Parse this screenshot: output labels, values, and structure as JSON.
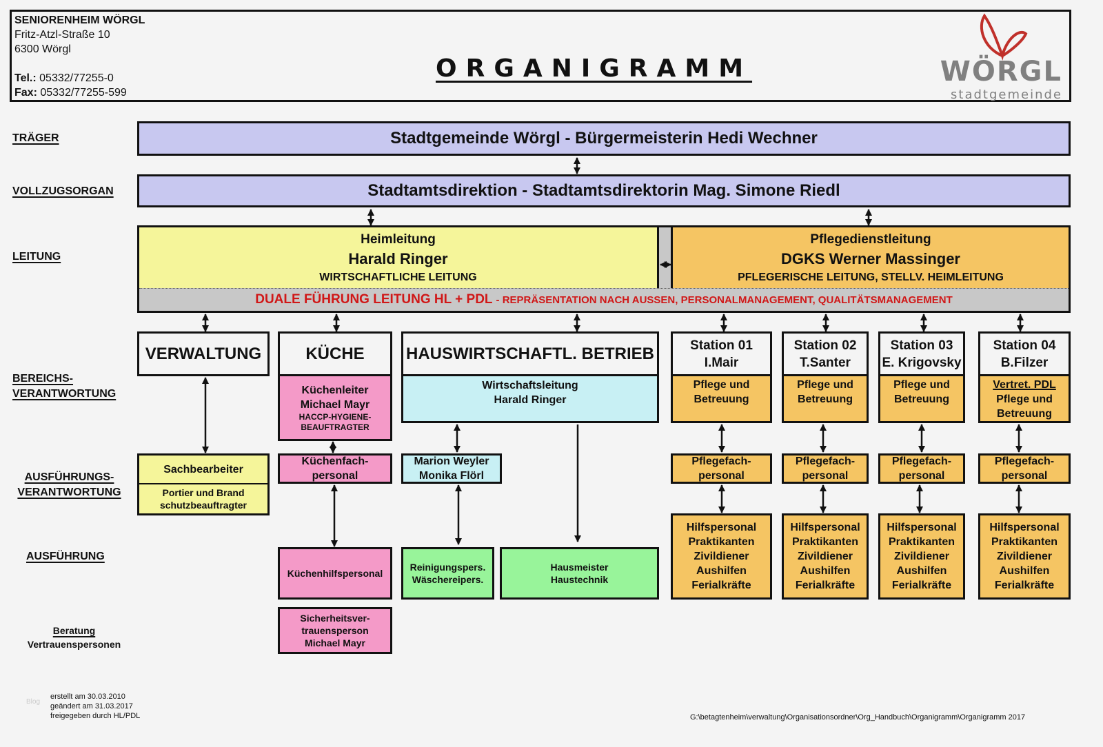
{
  "header": {
    "org_name": "SENIORENHEIM WÖRGL",
    "street": "Fritz-Atzl-Straße 10",
    "city": "6300 Wörgl",
    "tel_label": "Tel.:",
    "tel": "05332/77255-0",
    "fax_label": "Fax:",
    "fax": "05332/77255-599",
    "title": "ORGANIGRAMM",
    "logo": {
      "icon": "butterfly-logo-icon",
      "word": "WÖRGL",
      "sub": "stadtgemeinde",
      "icon_color": "#c0302a"
    }
  },
  "levels": {
    "traeger": "TRÄGER",
    "vollzugsorgan": "VOLLZUGSORGAN",
    "leitung": "LEITUNG",
    "bereich_1": "BEREICHS-",
    "bereich_2": "VERANTWORTUNG",
    "ausf_verant_1": "AUSFÜHRUNGS-",
    "ausf_verant_2": "VERANTWORTUNG",
    "ausfuehrung": "AUSFÜHRUNG",
    "beratung": "Beratung",
    "vertrauen": "Vertrauenspersonen"
  },
  "traeger_box": "Stadtgemeinde Wörgl - Bürgermeisterin Hedi Wechner",
  "vollzug_box": "Stadtamtsdirektion - Stadtamtsdirektorin Mag. Simone Riedl",
  "heimleitung": {
    "role": "Heimleitung",
    "name": "Harald Ringer",
    "sub": "WIRTSCHAFTLICHE LEITUNG"
  },
  "pflegedienst": {
    "role": "Pflegedienstleitung",
    "name": "DGKS Werner Massinger",
    "sub": "PFLEGERISCHE LEITUNG, STELLV. HEIMLEITUNG"
  },
  "dual": {
    "main": "DUALE FÜHRUNG LEITUNG HL + PDL",
    "rest": "- REPRÄSENTATION NACH AUSSEN, PERSONALMANAGEMENT, QUALITÄTSMANAGEMENT"
  },
  "verwaltung": {
    "head": "VERWALTUNG",
    "sach": "Sachbearbeiter",
    "portier_1": "Portier und Brand",
    "portier_2": "schutzbeauftragter"
  },
  "kueche": {
    "head": "KÜCHE",
    "leiter_1": "Küchenleiter",
    "leiter_2": "Michael Mayr",
    "haccp_1": "HACCP-HYGIENE-",
    "haccp_2": "BEAUFTRAGTER",
    "fach_1": "Küchenfach-",
    "fach_2": "personal",
    "hilf": "Küchenhilfspersonal",
    "sicher_1": "Sicherheitsver-",
    "sicher_2": "trauensperson",
    "sicher_3": "Michael Mayr"
  },
  "hauswirtschaft": {
    "head": "HAUSWIRTSCHAFTL. BETRIEB",
    "leitung_1": "Wirtschaftsleitung",
    "leitung_2": "Harald Ringer",
    "staff_1": "Marion Weyler",
    "staff_2": "Monika Flörl",
    "rein_1": "Reinigungspers.",
    "rein_2": "Wäschereipers.",
    "haus_1": "Hausmeister",
    "haus_2": "Haustechnik"
  },
  "stations": [
    {
      "title": "Station 01",
      "name": "I.Mair",
      "extra": "",
      "care_1": "Pflege und",
      "care_2": "Betreuung",
      "fach_1": "Pflegefach-",
      "fach_2": "personal",
      "help": [
        "Hilfspersonal",
        "Praktikanten",
        "Zivildiener",
        "Aushilfen",
        "Ferialkräfte"
      ]
    },
    {
      "title": "Station 02",
      "name": "T.Santer",
      "extra": "",
      "care_1": "Pflege und",
      "care_2": "Betreuung",
      "fach_1": "Pflegefach-",
      "fach_2": "personal",
      "help": [
        "Hilfspersonal",
        "Praktikanten",
        "Zivildiener",
        "Aushilfen",
        "Ferialkräfte"
      ]
    },
    {
      "title": "Station 03",
      "name": "E. Krigovsky",
      "extra": "",
      "care_1": "Pflege und",
      "care_2": "Betreuung",
      "fach_1": "Pflegefach-",
      "fach_2": "personal",
      "help": [
        "Hilfspersonal",
        "Praktikanten",
        "Zivildiener",
        "Aushilfen",
        "Ferialkräfte"
      ]
    },
    {
      "title": "Station 04",
      "name": "B.Filzer",
      "extra": "Vertret. PDL",
      "care_1": "Pflege und",
      "care_2": "Betreuung",
      "fach_1": "Pflegefach-",
      "fach_2": "personal",
      "help": [
        "Hilfspersonal",
        "Praktikanten",
        "Zivildiener",
        "Aushilfen",
        "Ferialkräfte"
      ]
    }
  ],
  "footer": {
    "watermark": "Blog",
    "created": "erstellt am 30.03.2010",
    "changed": "geändert am 31.03.2017",
    "approved": "freigegeben durch HL/PDL",
    "path": "G:\\betagtenheim\\verwaltung\\Organisationsordner\\Org_Handbuch\\Organigramm\\Organigramm 2017"
  },
  "colors": {
    "purple": "#c8c8f0",
    "yellow": "#f5f59a",
    "orange": "#f5c563",
    "pink": "#f49ac8",
    "cyan": "#c8f0f4",
    "green": "#98f49a",
    "grey": "#c8c8c8",
    "dual_text": "#d01818"
  }
}
